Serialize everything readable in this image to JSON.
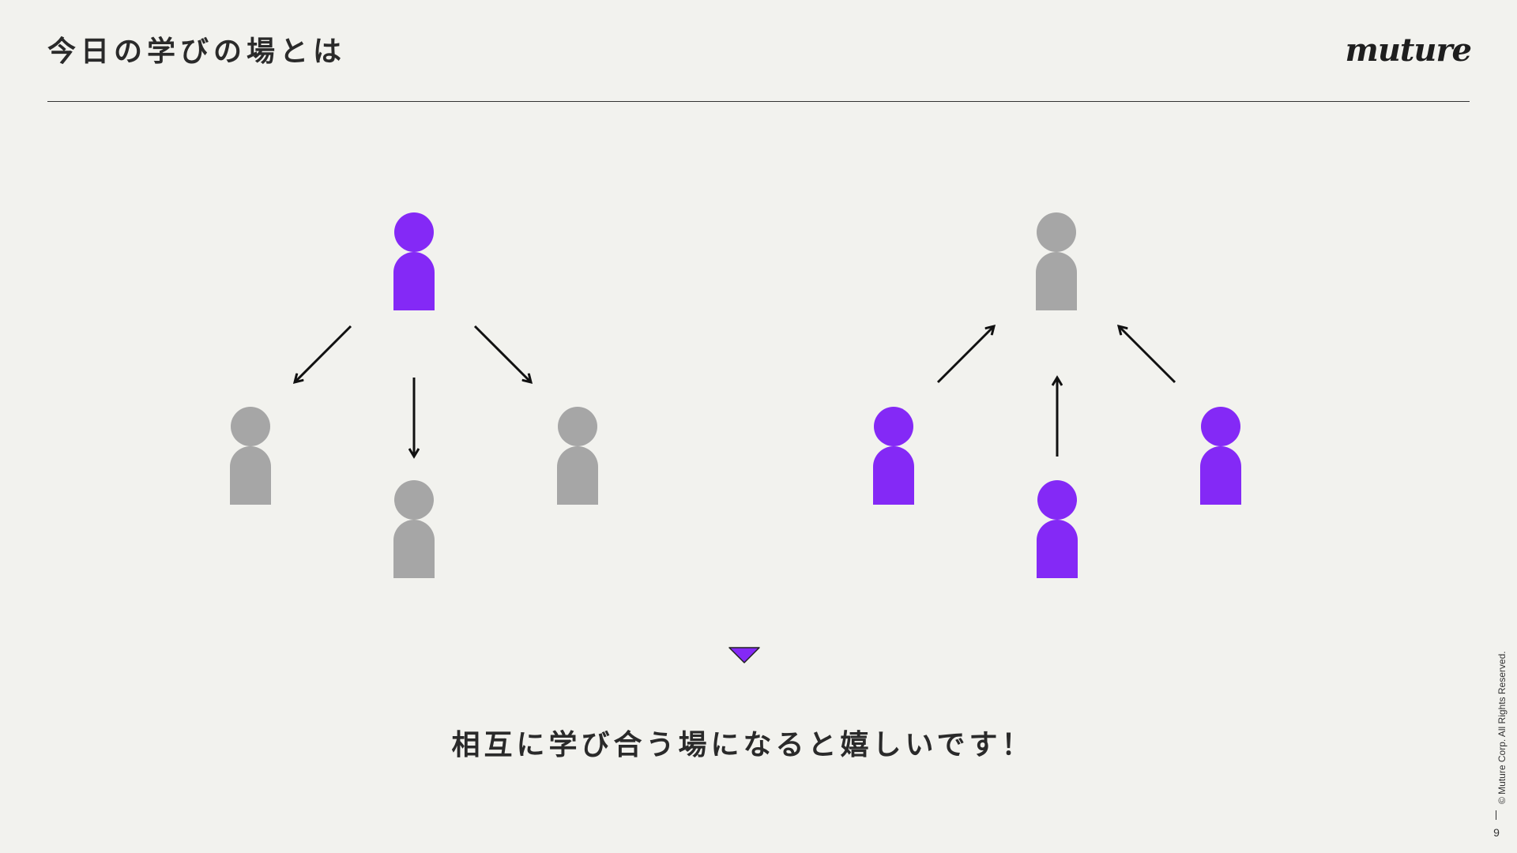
{
  "slide": {
    "title": "今日の学びの場とは",
    "logo_text": "muture",
    "message": "相互に学び合う場になると嬉しいです！",
    "copyright": "© Muture Corp. All Rights Reserved.",
    "page_number": "9"
  },
  "colors": {
    "background": "#f2f2ee",
    "highlight_person": "#8429f6",
    "neutral_person": "#a6a6a6",
    "arrow": "#111111",
    "text": "#2a2a2a"
  },
  "diagrams": [
    {
      "name": "one-to-many",
      "people": [
        {
          "role": "teacher",
          "color": "highlight"
        },
        {
          "role": "learner-left",
          "color": "neutral"
        },
        {
          "role": "learner-center",
          "color": "neutral"
        },
        {
          "role": "learner-right",
          "color": "neutral"
        }
      ],
      "arrow_direction": "from-top-to-others"
    },
    {
      "name": "mutual",
      "people": [
        {
          "role": "top",
          "color": "neutral"
        },
        {
          "role": "left",
          "color": "highlight"
        },
        {
          "role": "center",
          "color": "highlight"
        },
        {
          "role": "right",
          "color": "highlight"
        }
      ],
      "arrow_direction": "from-others-to-top"
    }
  ]
}
